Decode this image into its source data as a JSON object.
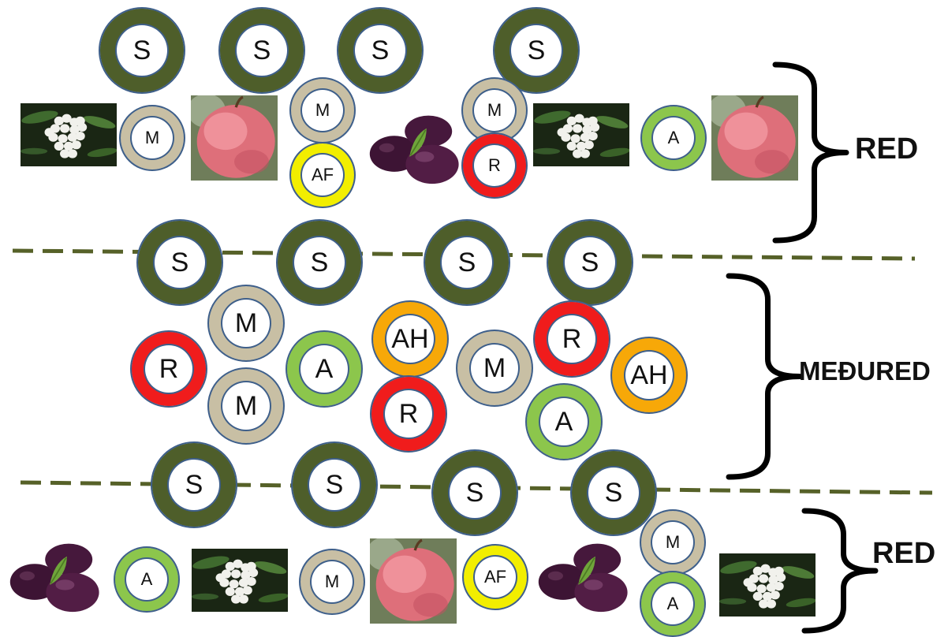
{
  "diagram": {
    "ring_colors": {
      "outline": "#3e5f8a",
      "S": "#4e5e2a",
      "M": "#c8bfa4",
      "A": "#8cc64c",
      "R": "#f01c1c",
      "AF": "#f2ee00",
      "AH": "#f7a808"
    },
    "divider_color": "#566128",
    "rows": [
      {
        "label": "RED",
        "items": [
          {
            "kind": "ring",
            "code": "S",
            "letter": "S"
          },
          {
            "kind": "ring",
            "code": "S",
            "letter": "S"
          },
          {
            "kind": "ring",
            "code": "S",
            "letter": "S"
          },
          {
            "kind": "ring",
            "code": "S",
            "letter": "S"
          },
          {
            "kind": "photo",
            "icon": "acacia-flower-photo"
          },
          {
            "kind": "ring",
            "code": "M",
            "letter": "M"
          },
          {
            "kind": "photo",
            "icon": "apple-photo"
          },
          {
            "kind": "ring",
            "code": "M",
            "letter": "M"
          },
          {
            "kind": "ring",
            "code": "AF",
            "letter": "AF"
          },
          {
            "kind": "photo",
            "icon": "plum-photo"
          },
          {
            "kind": "ring",
            "code": "M",
            "letter": "M"
          },
          {
            "kind": "ring",
            "code": "R",
            "letter": "R"
          },
          {
            "kind": "photo",
            "icon": "acacia-flower-photo"
          },
          {
            "kind": "ring",
            "code": "A",
            "letter": "A"
          },
          {
            "kind": "photo",
            "icon": "apple-photo"
          }
        ]
      },
      {
        "label": "MEĐURED",
        "items": [
          {
            "kind": "ring",
            "code": "S",
            "letter": "S"
          },
          {
            "kind": "ring",
            "code": "S",
            "letter": "S"
          },
          {
            "kind": "ring",
            "code": "S",
            "letter": "S"
          },
          {
            "kind": "ring",
            "code": "S",
            "letter": "S"
          },
          {
            "kind": "ring",
            "code": "M",
            "letter": "M"
          },
          {
            "kind": "ring",
            "code": "R",
            "letter": "R"
          },
          {
            "kind": "ring",
            "code": "A",
            "letter": "A"
          },
          {
            "kind": "ring",
            "code": "M",
            "letter": "M"
          },
          {
            "kind": "ring",
            "code": "AH",
            "letter": "AH"
          },
          {
            "kind": "ring",
            "code": "R",
            "letter": "R"
          },
          {
            "kind": "ring",
            "code": "M",
            "letter": "M"
          },
          {
            "kind": "ring",
            "code": "R",
            "letter": "R"
          },
          {
            "kind": "ring",
            "code": "AH",
            "letter": "AH"
          },
          {
            "kind": "ring",
            "code": "A",
            "letter": "A"
          },
          {
            "kind": "ring",
            "code": "S",
            "letter": "S"
          },
          {
            "kind": "ring",
            "code": "S",
            "letter": "S"
          },
          {
            "kind": "ring",
            "code": "S",
            "letter": "S"
          },
          {
            "kind": "ring",
            "code": "S",
            "letter": "S"
          }
        ]
      },
      {
        "label": "RED",
        "items": [
          {
            "kind": "photo",
            "icon": "plum-photo"
          },
          {
            "kind": "ring",
            "code": "A",
            "letter": "A"
          },
          {
            "kind": "photo",
            "icon": "acacia-flower-photo"
          },
          {
            "kind": "ring",
            "code": "M",
            "letter": "M"
          },
          {
            "kind": "photo",
            "icon": "apple-photo"
          },
          {
            "kind": "ring",
            "code": "AF",
            "letter": "AF"
          },
          {
            "kind": "photo",
            "icon": "plum-photo"
          },
          {
            "kind": "ring",
            "code": "M",
            "letter": "M"
          },
          {
            "kind": "ring",
            "code": "A",
            "letter": "A"
          },
          {
            "kind": "photo",
            "icon": "acacia-flower-photo"
          }
        ]
      }
    ]
  }
}
